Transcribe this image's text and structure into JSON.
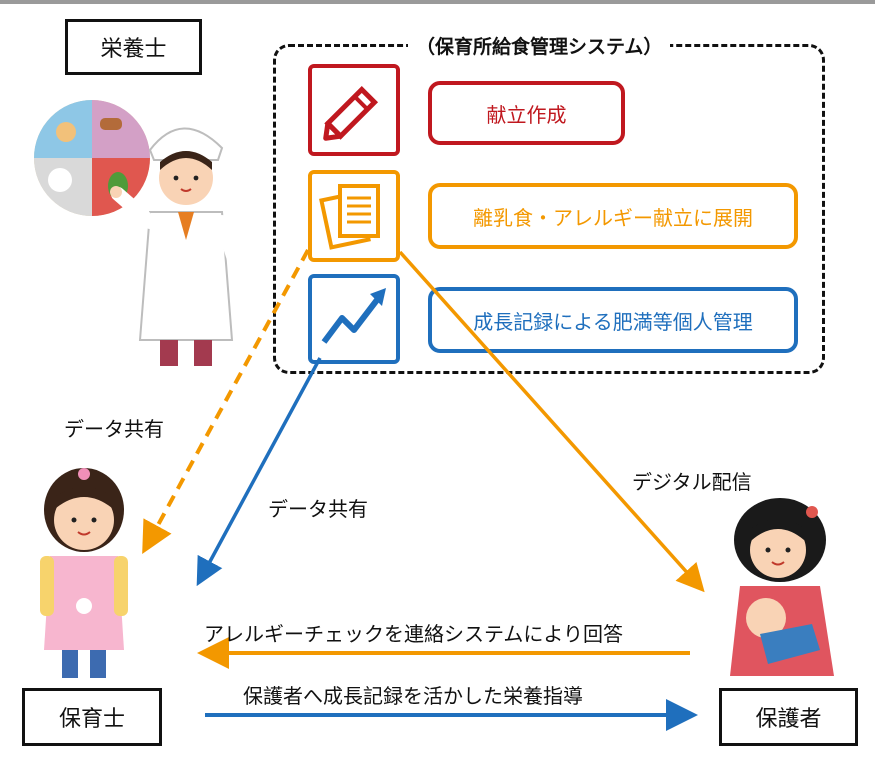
{
  "system": {
    "title": "（保育所給食管理システム）"
  },
  "roles": {
    "dietitian": "栄養士",
    "nursery_teacher": "保育士",
    "guardian": "保護者"
  },
  "features": [
    {
      "label": "献立作成",
      "color": "#c0181f",
      "icon": "pencil-icon"
    },
    {
      "label": "離乳食・アレルギー献立に展開",
      "color": "#f39800",
      "icon": "documents-icon"
    },
    {
      "label": "成長記録による肥満等個人管理",
      "color": "#1f6fbd",
      "icon": "growth-chart-icon"
    }
  ],
  "flows": {
    "data_share_dietitian": "データ共有",
    "data_share_system": "データ共有",
    "digital_delivery": "デジタル配信",
    "allergy_reply": "アレルギーチェックを連絡システムにより回答",
    "nutrition_guidance": "保護者へ成長記録を活かした栄養指導"
  },
  "colors": {
    "red": "#c0181f",
    "orange": "#f39800",
    "blue": "#1f6fbd"
  }
}
